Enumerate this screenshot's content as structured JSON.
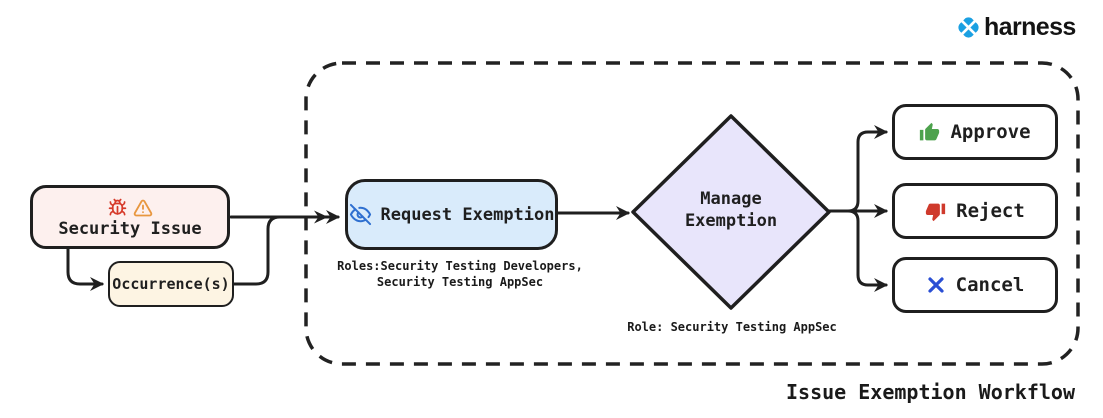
{
  "brand": {
    "name": "harness",
    "logo_icon": "harness-logo-icon",
    "logo_color": "#1ba0e2"
  },
  "workflow": {
    "title": "Issue Exemption Workflow",
    "nodes": {
      "security_issue": {
        "label": "Security Issue",
        "icons": [
          "bug-icon",
          "warning-icon"
        ],
        "bg": "#fdf0ee"
      },
      "occurrences": {
        "label": "Occurrence(s)",
        "bg": "#fdf4e3"
      },
      "request_exemption": {
        "label": "Request Exemption",
        "icon": "eye-off-icon",
        "icon_color": "#2e6fd0",
        "bg": "#d9ebfb",
        "roles_line1": "Roles:Security Testing Developers,",
        "roles_line2": "Security Testing AppSec"
      },
      "manage_exemption": {
        "line1": "Manage",
        "line2": "Exemption",
        "bg": "#e8e5fb",
        "role_note": "Role: Security Testing AppSec"
      },
      "actions": [
        {
          "label": "Approve",
          "icon": "thumbs-up-icon",
          "color": "#4da24d"
        },
        {
          "label": "Reject",
          "icon": "thumbs-down-icon",
          "color": "#cf3a2c"
        },
        {
          "label": "Cancel",
          "icon": "x-icon",
          "color": "#2a4fd4"
        }
      ]
    },
    "line_color": "#1f1f1f"
  }
}
